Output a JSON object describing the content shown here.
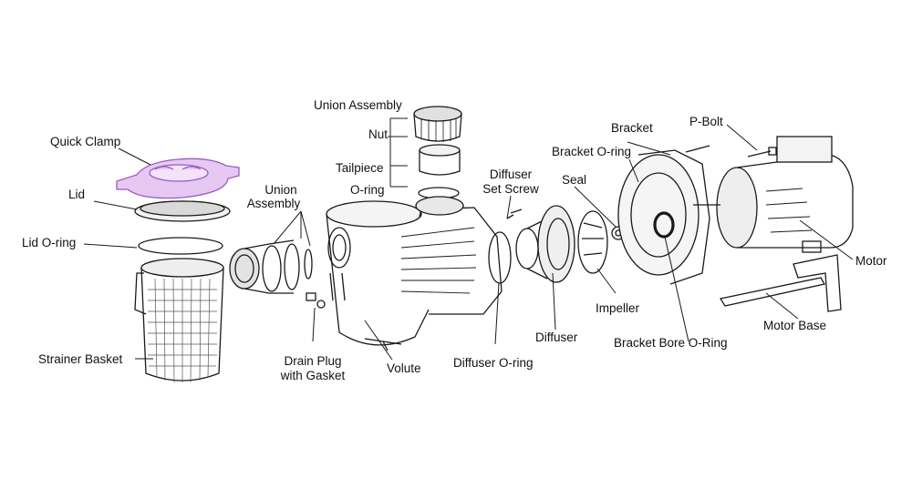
{
  "labels": {
    "quick_clamp": "Quick Clamp",
    "lid": "Lid",
    "lid_oring": "Lid O-ring",
    "strainer_basket": "Strainer Basket",
    "union_assembly_left_1": "Union",
    "union_assembly_left_2": "Assembly",
    "drain_plug_1": "Drain Plug",
    "drain_plug_2": "with Gasket",
    "volute": "Volute",
    "union_assembly_top": "Union Assembly",
    "nut": "Nut",
    "tailpiece": "Tailpiece",
    "oring": "O-ring",
    "diffuser_set_screw_1": "Diffuser",
    "diffuser_set_screw_2": "Set Screw",
    "diffuser_oring": "Diffuser O-ring",
    "diffuser": "Diffuser",
    "seal": "Seal",
    "impeller": "Impeller",
    "bracket": "Bracket",
    "bracket_oring": "Bracket O-ring",
    "bracket_bore_oring": "Bracket Bore O-Ring",
    "p_bolt": "P-Bolt",
    "motor": "Motor",
    "motor_base": "Motor Base"
  },
  "colors": {
    "highlight": "#c58ae0",
    "line": "#1a1a1a"
  }
}
